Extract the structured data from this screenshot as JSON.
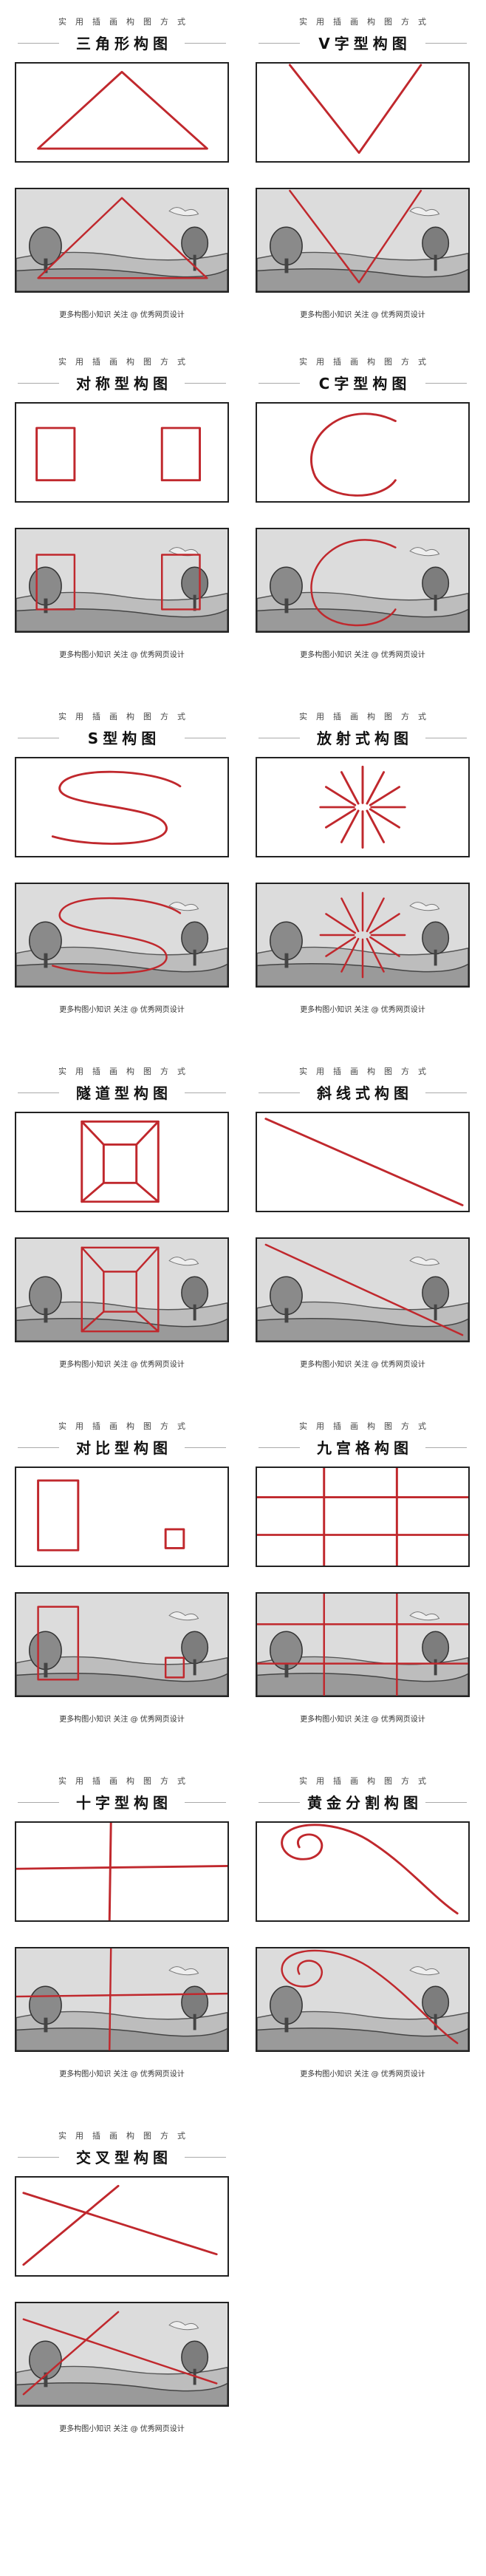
{
  "cards": [
    {
      "subtitle": "实用插画构图方式",
      "title": "三角形构图",
      "caption": "更多构图小知识 关注 @ 优秀网页设计",
      "diagram": "triangle"
    },
    {
      "subtitle": "实用插画构图方式",
      "title": "V字型构图",
      "caption": "更多构图小知识 关注 @ 优秀网页设计",
      "diagram": "v-shape"
    },
    {
      "subtitle": "实用插画构图方式",
      "title": "对称型构图",
      "caption": "更多构图小知识 关注 @ 优秀网页设计",
      "diagram": "symmetric"
    },
    {
      "subtitle": "实用插画构图方式",
      "title": "C字型构图",
      "caption": "更多构图小知识 关注 @ 优秀网页设计",
      "diagram": "c-shape"
    },
    {
      "subtitle": "实用插画构图方式",
      "title": "S型构图",
      "caption": "更多构图小知识 关注 @ 优秀网页设计",
      "diagram": "s-shape"
    },
    {
      "subtitle": "实用插画构图方式",
      "title": "放射式构图",
      "caption": "更多构图小知识 关注 @ 优秀网页设计",
      "diagram": "radial"
    },
    {
      "subtitle": "实用插画构图方式",
      "title": "隧道型构图",
      "caption": "更多构图小知识 关注 @ 优秀网页设计",
      "diagram": "tunnel"
    },
    {
      "subtitle": "实用插画构图方式",
      "title": "斜线式构图",
      "caption": "更多构图小知识 关注 @ 优秀网页设计",
      "diagram": "diagonal"
    },
    {
      "subtitle": "实用插画构图方式",
      "title": "对比型构图",
      "caption": "更多构图小知识 关注 @ 优秀网页设计",
      "diagram": "contrast"
    },
    {
      "subtitle": "实用插画构图方式",
      "title": "九宫格构图",
      "caption": "更多构图小知识 关注 @ 优秀网页设计",
      "diagram": "nine-grid"
    },
    {
      "subtitle": "实用插画构图方式",
      "title": "十字型构图",
      "caption": "更多构图小知识 关注 @ 优秀网页设计",
      "diagram": "cross"
    },
    {
      "subtitle": "实用插画构图方式",
      "title": "黄金分割构图",
      "caption": "更多构图小知识 关注 @ 优秀网页设计",
      "diagram": "golden-spiral"
    },
    {
      "subtitle": "实用插画构图方式",
      "title": "交叉型构图",
      "caption": "更多构图小知识 关注 @ 优秀网页设计",
      "diagram": "x-cross"
    }
  ],
  "colors": {
    "accent": "#c0282d",
    "ink": "#222222",
    "sky": "#dcdcdc",
    "ground": "#9a9a9a"
  }
}
